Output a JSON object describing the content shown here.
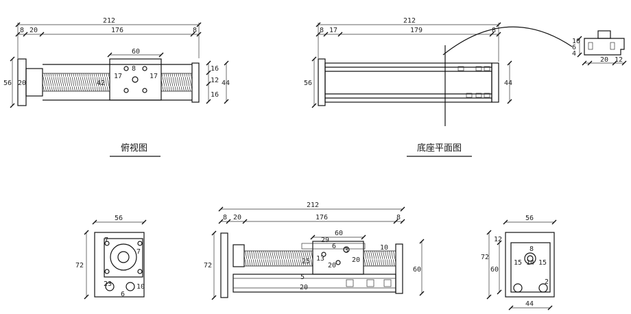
{
  "views": {
    "top_view": {
      "caption": "俯视图",
      "dims": {
        "overall": "212",
        "end_left": "8",
        "seg_20": "20",
        "seg_176": "176",
        "end_right": "8",
        "carriage_width": "60",
        "height_56": "56",
        "inner_20": "20",
        "height_44": "44",
        "right_16a": "16",
        "right_12": "12",
        "right_16b": "16",
        "hole_17a": "17",
        "hole_17b": "17",
        "hole_8": "8",
        "hole_42": "42"
      }
    },
    "base_plan_view": {
      "caption": "底座平面图",
      "dims": {
        "overall": "212",
        "end_left": "8",
        "seg_17": "17",
        "seg_179": "179",
        "end_right": "8",
        "height_56": "56",
        "height_44": "44",
        "detail_10": "10",
        "detail_6": "6",
        "detail_4": "4",
        "detail_20": "20",
        "detail_12": "12"
      }
    },
    "left_end_view": {
      "dims": {
        "width_56": "56",
        "height_72": "72",
        "d_7a": "7",
        "d_7b": "7",
        "d_23": "23",
        "d_6": "6",
        "d_10": "10"
      }
    },
    "side_view": {
      "dims": {
        "overall": "212",
        "end_left": "8",
        "seg_20": "20",
        "seg_176": "176",
        "end_right": "8",
        "carriage_width": "60",
        "height_72": "72",
        "height_60": "60",
        "d_29": "29",
        "d_6": "6",
        "d_25": "25",
        "d_13": "13",
        "d_3": "3",
        "d_20a": "20",
        "d_20b": "20",
        "d_5": "5",
        "d_20c": "20",
        "d_10": "10"
      }
    },
    "right_end_view": {
      "dims": {
        "width_56": "56",
        "width_44": "44",
        "height_72": "72",
        "height_60": "60",
        "d_12": "12",
        "d_15a": "15",
        "d_14": "14",
        "d_15b": "15",
        "d_8": "8",
        "d_2": "2"
      }
    }
  }
}
